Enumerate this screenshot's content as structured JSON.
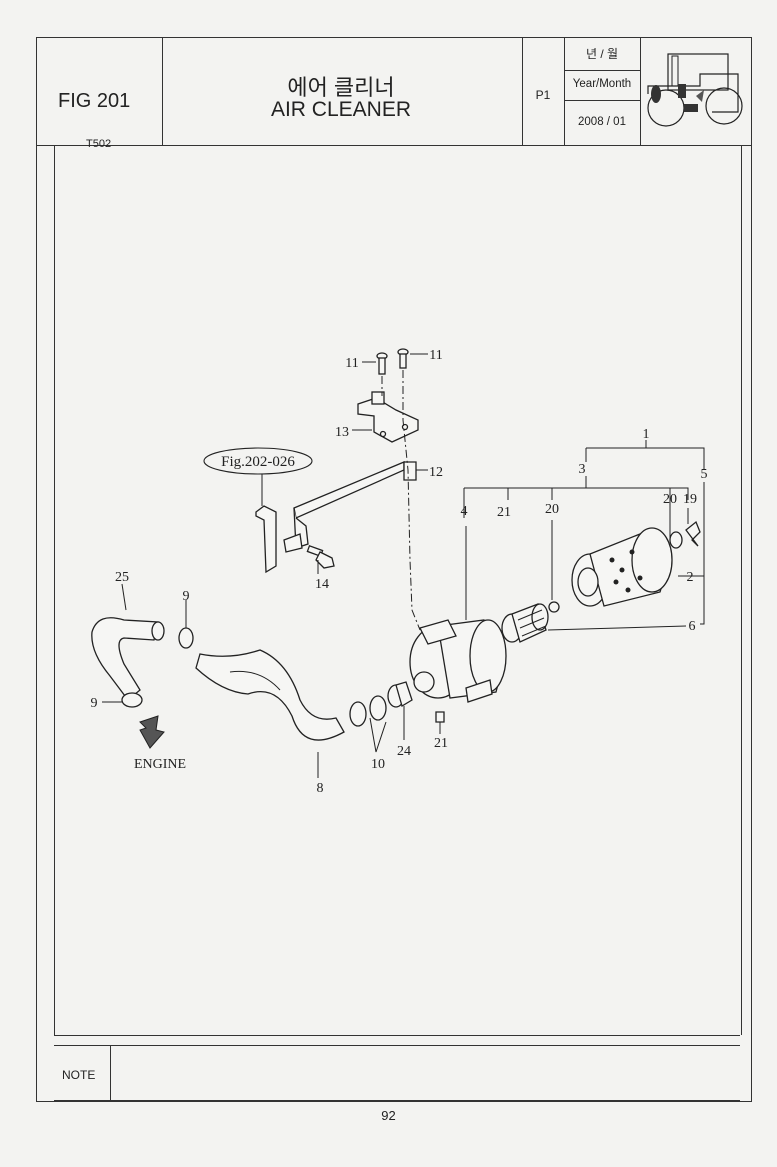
{
  "header": {
    "fig_number": "FIG 201",
    "model": "T502",
    "title_korean": "에어 클리너",
    "title_english": "AIR CLEANER",
    "page_code": "P1",
    "date_label_korean": "년 / 월",
    "date_label_english": "Year/Month",
    "date_value": "2008 / 01"
  },
  "diagram": {
    "reference": "Fig.202-026",
    "engine_label": "ENGINE",
    "callouts": {
      "c1": "1",
      "c2": "2",
      "c3": "3",
      "c4": "4",
      "c5": "5",
      "c6": "6",
      "c8": "8",
      "c9a": "9",
      "c9b": "9",
      "c10": "10",
      "c11a": "11",
      "c11b": "11",
      "c12": "12",
      "c13": "13",
      "c14": "14",
      "c19": "19",
      "c20a": "20",
      "c20b": "20",
      "c21a": "21",
      "c21b": "21",
      "c24": "24",
      "c25": "25"
    }
  },
  "footer": {
    "note_label": "NOTE",
    "page_number": "92"
  }
}
